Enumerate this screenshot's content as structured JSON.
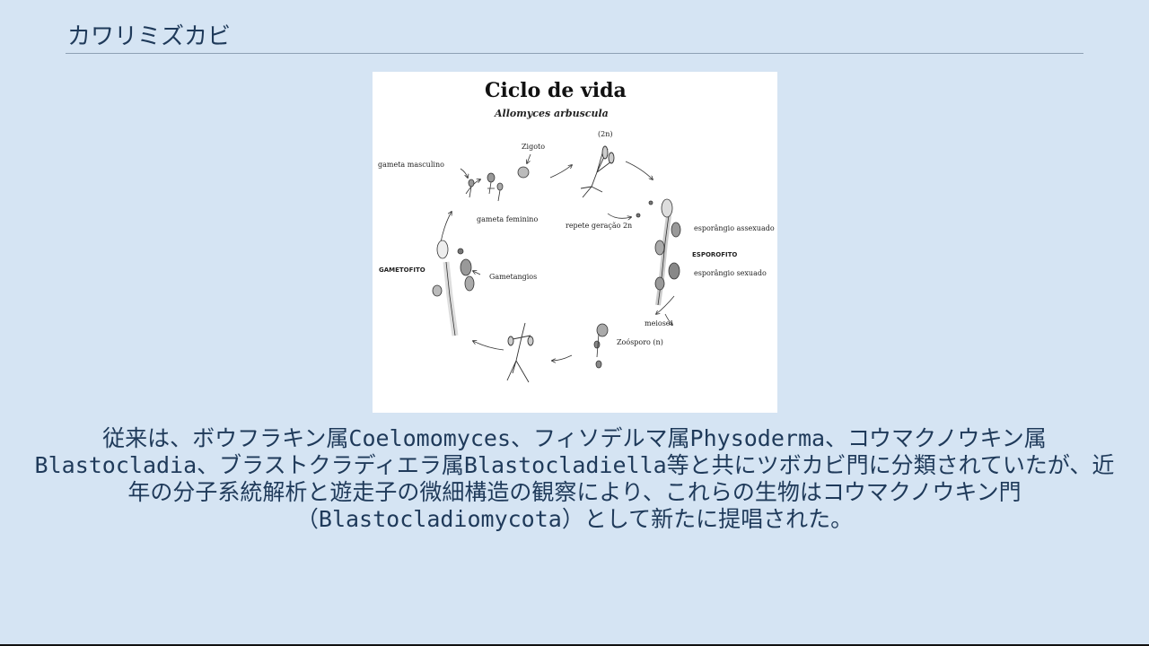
{
  "slide": {
    "title": "カワリミズカビ",
    "body": "従来は、ボウフラキン属Coelomomyces、フィソデルマ属Physoderma、コウマクノウキン属Blastocladia、ブラストクラディエラ属Blastocladiella等と共にツボカビ門に分類されていたが、近年の分子系統解析と遊走子の微細構造の観察により、これらの生物はコウマクノウキン門（Blastocladiomycota）として新たに提唱された。"
  },
  "figure": {
    "title": "Ciclo de vida",
    "subtitle": "Allomyces arbuscula",
    "labels": {
      "zigoto": "Zigoto",
      "ploidy_2n": "(2n)",
      "male_gamete": "gameta masculino",
      "female_gamete": "gameta feminino",
      "repeat": "repete geração 2n",
      "asexual_sporangium": "esporângio assexuado",
      "sporophyte": "ESPOROFITO",
      "sexual_sporangium": "esporângio sexuado",
      "gametophyte": "GAMETOFITO",
      "gametangia": "Gametangios",
      "meiosis": "meiose!",
      "zoospore": "Zoósporo (n)"
    }
  }
}
